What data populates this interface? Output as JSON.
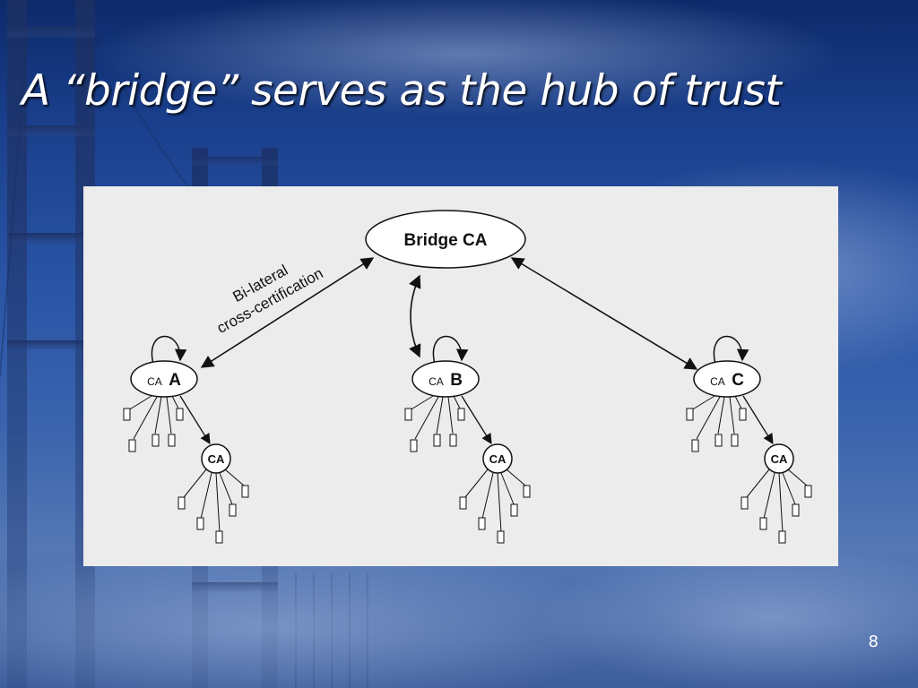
{
  "slide": {
    "title": "A “bridge” serves as the hub of trust",
    "page_number": "8"
  },
  "diagram": {
    "hub": {
      "label": "Bridge CA"
    },
    "annotation": {
      "line1": "Bi-lateral",
      "line2": "cross-certification"
    },
    "domains": [
      {
        "prefix": "CA",
        "letter": "A",
        "sub_ca_label": "CA"
      },
      {
        "prefix": "CA",
        "letter": "B",
        "sub_ca_label": "CA"
      },
      {
        "prefix": "CA",
        "letter": "C",
        "sub_ca_label": "CA"
      }
    ]
  }
}
